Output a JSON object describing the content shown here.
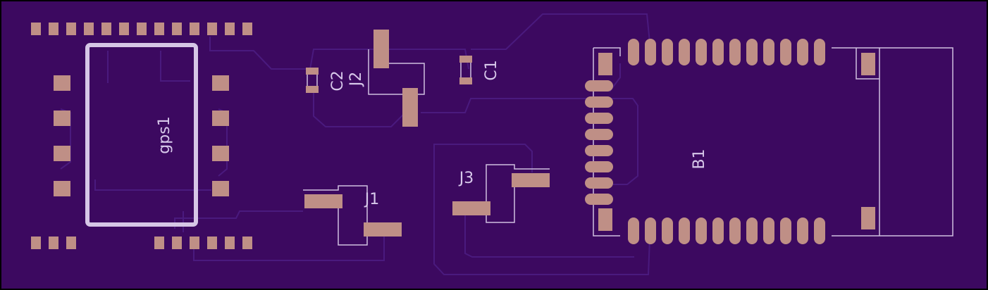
{
  "board": {
    "background_color": "#000000",
    "board_color": "#3c0960",
    "trace_color": "#4a1a7e",
    "pad_color": "#bf8f86",
    "silk_color": "#d0c0e0"
  },
  "labels": {
    "gps": "gps1",
    "c2": "C2",
    "j2": "J2",
    "c1": "C1",
    "j1": "J1",
    "j3": "J3",
    "b1": "B1"
  }
}
